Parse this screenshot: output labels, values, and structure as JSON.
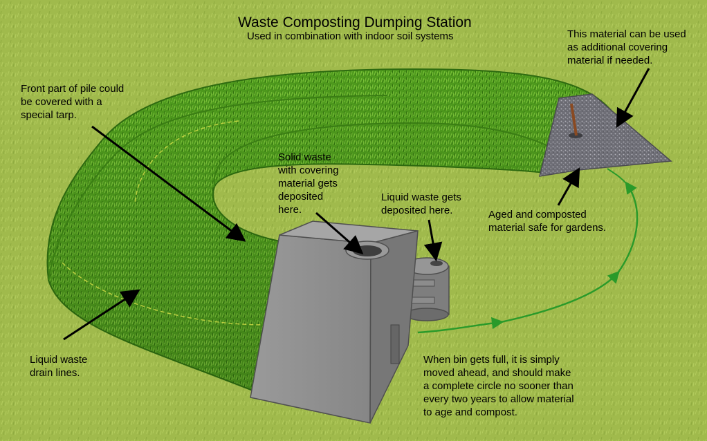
{
  "title": "Waste Composting Dumping Station",
  "subtitle": "Used in combination with indoor soil systems",
  "callouts": {
    "covering_material": "This material can be used\nas additional covering\nmaterial if needed.",
    "front_tarp": "Front part of pile could\nbe covered with a\nspecial tarp.",
    "solid_waste": "Solid waste\nwith covering\nmaterial gets\ndeposited\nhere.",
    "liquid_waste": "Liquid waste gets\ndeposited here.",
    "aged_material": "Aged and composted\nmaterial safe for gardens.",
    "drain_lines": "Liquid waste\ndrain lines.",
    "bin_movement": "When bin gets full, it is simply\nmoved ahead, and should make\na complete circle no sooner than\nevery two years to allow material\nto age and compost."
  },
  "colors": {
    "ground": "#a3bd4f",
    "pile": "#4f9a1e",
    "bin": "#8d8d8d",
    "gravel": "#7a7a82",
    "path_arrow": "#2a9a2a"
  }
}
